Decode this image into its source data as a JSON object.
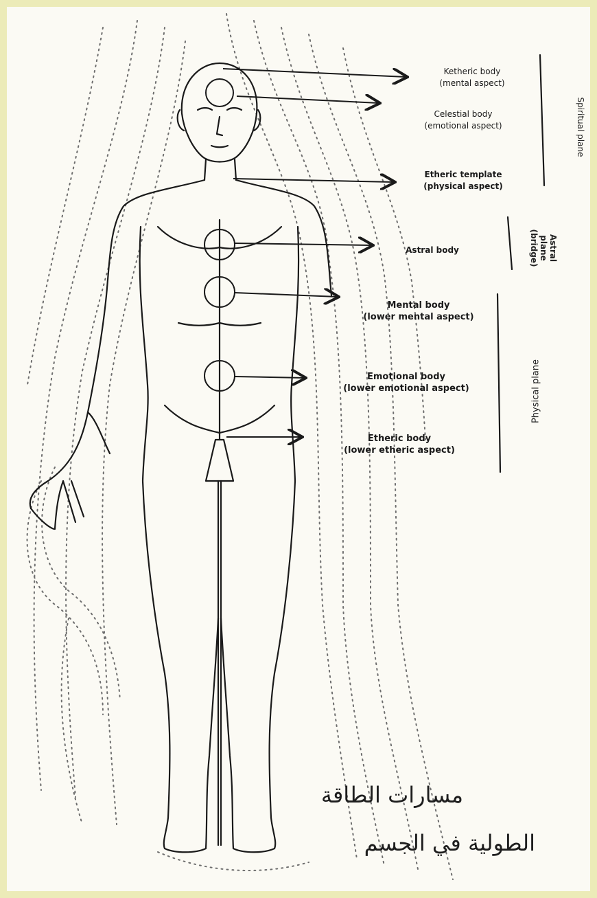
{
  "labels": {
    "ketheric": {
      "line1": "Ketheric body",
      "line2": "(mental aspect)"
    },
    "celestial": {
      "line1": "Celestial body",
      "line2": "(emotional aspect)"
    },
    "etheric_template": {
      "line1": "Etheric template",
      "line2": "(physical aspect)"
    },
    "astral": {
      "line1": "Astral body"
    },
    "mental": {
      "line1": "Mental body",
      "line2": "(lower mental aspect)"
    },
    "emotional": {
      "line1": "Emotional body",
      "line2": "(lower emotional aspect)"
    },
    "etheric": {
      "line1": "Etheric body",
      "line2": "(lower etheric aspect)"
    }
  },
  "planes": {
    "spiritual": "Spiritual plane",
    "astral_line1": "Astral",
    "astral_line2": "plane",
    "astral_line3": "(bridge)",
    "physical": "Physical plane"
  },
  "caption": {
    "line1": "مسارات الطاقة",
    "line2": "الطولية في الجسم"
  },
  "colors": {
    "frame": "#ecebb8",
    "paper": "#fbfaf4",
    "ink": "#1a1a1a",
    "dots": "#6e6e6e"
  }
}
